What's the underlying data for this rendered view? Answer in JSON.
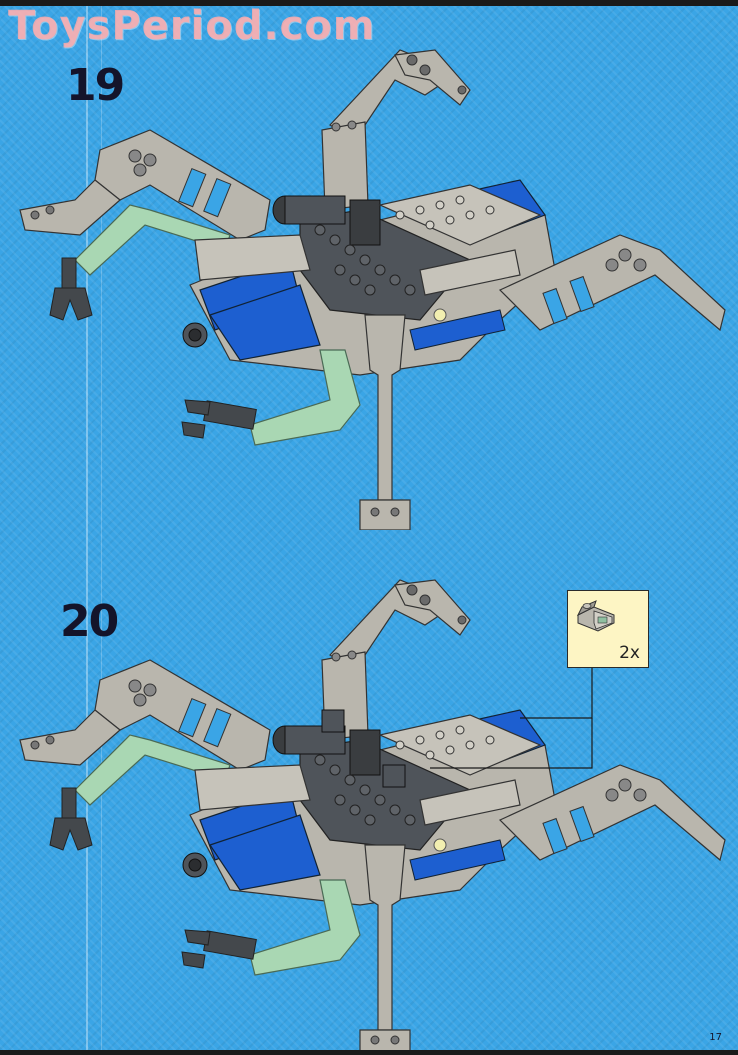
{
  "watermark": "ToysPeriod.com",
  "steps": [
    {
      "number": "19"
    },
    {
      "number": "20",
      "callout": {
        "quantity": "2x"
      }
    }
  ],
  "page_number": "17",
  "colors": {
    "background": "#3aa5e6",
    "light_gray_parts": "#b9b6ad",
    "dark_gray_parts": "#4f545a",
    "blue_parts": "#1d5fd0",
    "trans_green_parts": "#a9d7b3",
    "callout_fill": "#fdf5c4"
  }
}
